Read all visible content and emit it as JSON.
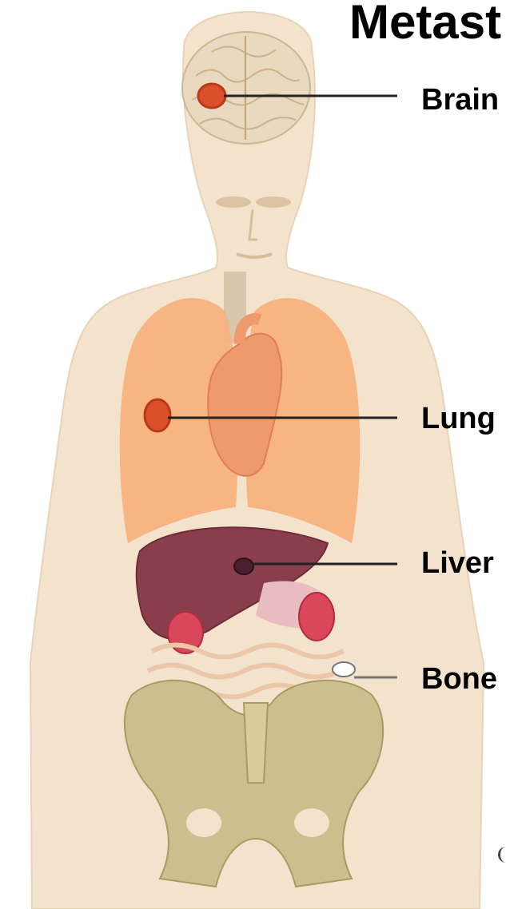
{
  "title": "Metast",
  "labels": {
    "brain": "Brain",
    "lung": "Lung",
    "liver": "Liver",
    "bone": "Bone"
  },
  "colors": {
    "skin": "#f1dfc6",
    "lung": "#f6b27e",
    "heart": "#ef9a6e",
    "liver": "#8a3e4c",
    "kidney": "#d9485a",
    "bone": "#cbbf8d",
    "tumor": "#d9502a",
    "leader_line": "#222222"
  }
}
